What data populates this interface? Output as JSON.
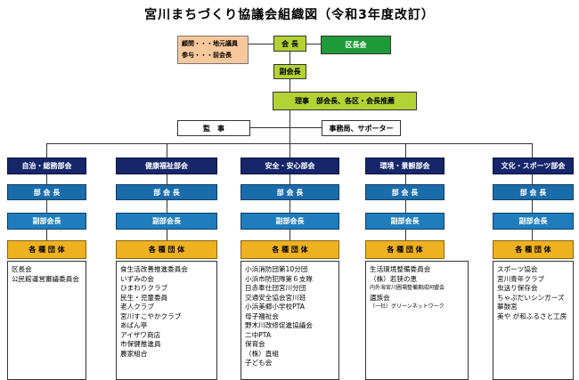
{
  "title": "宮川まちづくり協議会組織図（令和3年度改訂）",
  "advisors": [
    "顧問・・・地元議員",
    "参与・・・前会長"
  ],
  "president": "会 長",
  "district_chairs": "区長会",
  "vice_president": "副会長",
  "board": "理事　部会長、各区・会長推薦",
  "auditor": "監　事",
  "secretariat": "事務局、サポーター",
  "departments": [
    {
      "name": "自治・総務部会",
      "chair": "部 会 長",
      "vice_chair": "副部会長",
      "groups_label": "各 種 団 体",
      "members": [
        "区長会",
        "公民館運営審議委員会"
      ]
    },
    {
      "name": "健康福祉部会",
      "chair": "部 会 長",
      "vice_chair": "副部会長",
      "groups_label": "各 種 団 体",
      "members": [
        "食生活改善推進委員会",
        "いずみの会",
        "ひまわりクラブ",
        "民生・児童委員",
        "老人クラブ",
        "宮川すこやかクラブ",
        "あばん亭",
        "アイザワ商店",
        "市保健推進員",
        "農家組合"
      ]
    },
    {
      "name": "安全・安心部会",
      "chair": "部 会 長",
      "vice_chair": "副部会長",
      "groups_label": "各 種 団 体",
      "members": [
        "小浜消防団第10分団",
        "小浜市防犯隊第６支隊",
        "日赤奉仕団宮川分団",
        "交通安全協会宮川班",
        "小浜美郷小学校PTA",
        "母子福祉会",
        "野木川改修促進協議会",
        "二中PTA",
        "保育会",
        "（株）直組",
        "子ども会"
      ]
    },
    {
      "name": "環境・景観部会",
      "chair": "部 会 長",
      "vice_chair": "副部会長",
      "groups_label": "各 種 団 体",
      "members": [
        "生活環境整備委員会",
        "（株）若狭の恵",
        "内外海宮川圃場整備期成同盟会",
        "遺族会",
        "（一社）グリーンネットワーク"
      ]
    },
    {
      "name": "文化・スポーツ部会",
      "chair": "部 会 長",
      "vice_chair": "副部会長",
      "groups_label": "各 種 団 体",
      "members": [
        "スポーツ協会",
        "宮川青年クラブ",
        "虫送り保存会",
        "ちゃぷだいシンガーズ",
        "華鼓宮",
        "美や が和ふるさと工房"
      ]
    }
  ]
}
